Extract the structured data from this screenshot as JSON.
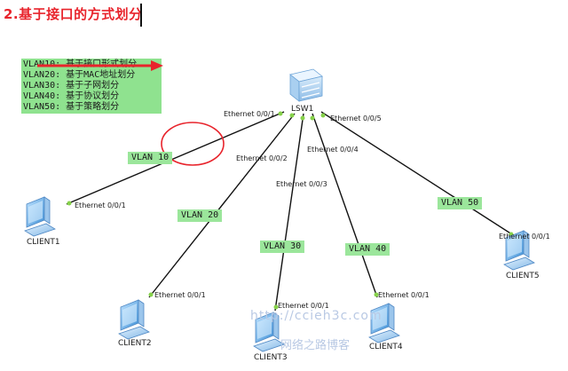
{
  "title": "2.基于接口的方式划分",
  "legend": {
    "lines": [
      "VLAN10: 基于接口形式划分",
      "VLAN20: 基于MAC地址划分",
      "VLAN30: 基于子网划分",
      "VLAN40: 基于协议划分",
      "VLAN50: 基于策略划分"
    ],
    "bg_color": "#8fe28f"
  },
  "switch": {
    "label": "LSW1",
    "icon": "switch-icon"
  },
  "switch_ports": [
    "Ethernet 0/0/1",
    "Ethernet 0/0/2",
    "Ethernet 0/0/3",
    "Ethernet 0/0/4",
    "Ethernet 0/0/5"
  ],
  "vlans": [
    "VLAN 10",
    "VLAN 20",
    "VLAN 30",
    "VLAN 40",
    "VLAN 50"
  ],
  "clients": [
    {
      "label": "CLIENT1",
      "port": "Ethernet 0/0/1"
    },
    {
      "label": "CLIENT2",
      "port": "Ethernet 0/0/1"
    },
    {
      "label": "CLIENT3",
      "port": "Ethernet 0/0/1"
    },
    {
      "label": "CLIENT4",
      "port": "Ethernet 0/0/1"
    },
    {
      "label": "CLIENT5",
      "port": "Ethernet 0/0/1"
    }
  ],
  "watermark": {
    "url": "http://ccieh3c.com",
    "site": "网络之路博客"
  },
  "colors": {
    "title": "#e8242c",
    "arrow": "#e8242c",
    "highlight_ring": "#e8242c",
    "link": "#111111",
    "port_dot": "#86d14a",
    "vlan_tag_bg": "#9be69b"
  }
}
